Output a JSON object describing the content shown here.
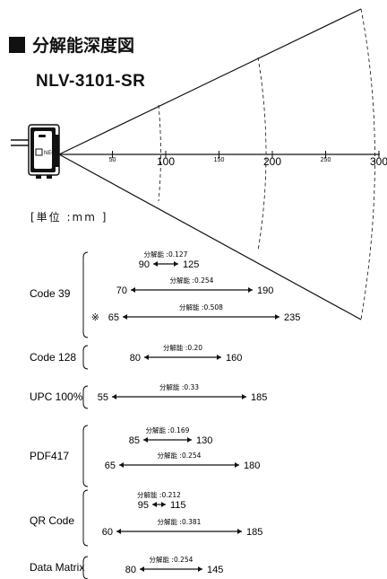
{
  "header": {
    "title": "分解能深度図",
    "model": "NLV-3101-SR",
    "unit_label": "[単位 :mm ]"
  },
  "scale": {
    "ticks": [
      "50",
      "100",
      "150",
      "200",
      "250",
      "300"
    ],
    "max": 300
  },
  "device": {
    "badge": "NEO"
  },
  "codes": [
    {
      "name": "Code 39",
      "bars": [
        {
          "res": "分解能 :0.127",
          "near": "90",
          "far": "125",
          "note": ""
        },
        {
          "res": "分解能 :0.254",
          "near": "70",
          "far": "190",
          "note": ""
        },
        {
          "res": "分解能 :0.508",
          "near": "65",
          "far": "235",
          "note": "※"
        }
      ]
    },
    {
      "name": "Code 128",
      "bars": [
        {
          "res": "分解能 :0.20",
          "near": "80",
          "far": "160",
          "note": ""
        }
      ]
    },
    {
      "name": "UPC 100%",
      "bars": [
        {
          "res": "分解能 :0.33",
          "near": "55",
          "far": "185",
          "note": ""
        }
      ]
    },
    {
      "name": "PDF417",
      "bars": [
        {
          "res": "分解能 :0.169",
          "near": "85",
          "far": "130",
          "note": ""
        },
        {
          "res": "分解能 :0.254",
          "near": "65",
          "far": "180",
          "note": ""
        }
      ]
    },
    {
      "name": "QR Code",
      "bars": [
        {
          "res": "分解能 :0.212",
          "near": "95",
          "far": "115",
          "note": ""
        },
        {
          "res": "分解能 :0.381",
          "near": "60",
          "far": "185",
          "note": ""
        }
      ]
    },
    {
      "name": "Data Matrix",
      "bars": [
        {
          "res": "分解能 :0.254",
          "near": "80",
          "far": "145",
          "note": ""
        }
      ]
    }
  ]
}
